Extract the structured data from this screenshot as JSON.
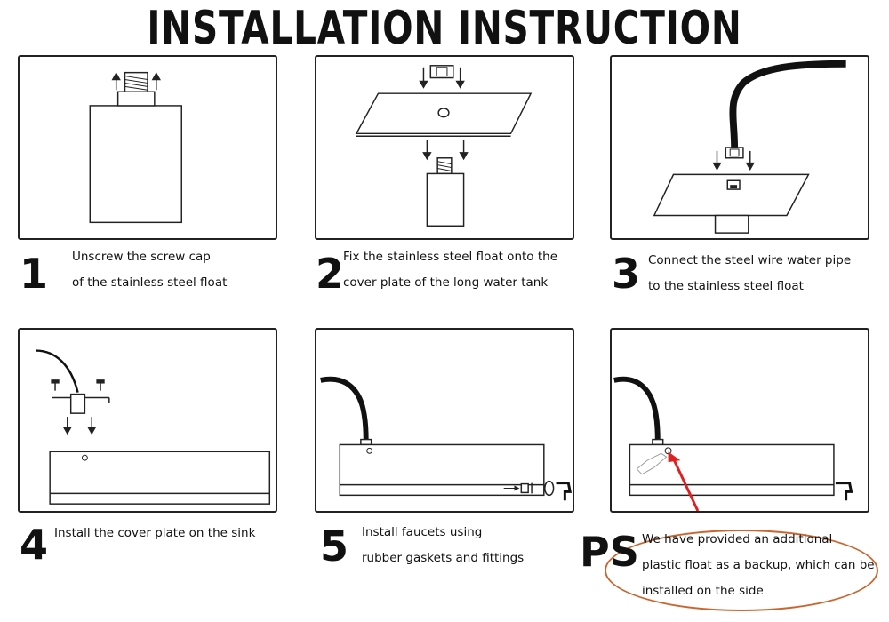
{
  "title": "INSTALLATION INSTRUCTION",
  "steps": [
    {
      "number": "1",
      "lines": [
        "Unscrew the screw cap",
        "of the stainless steel float"
      ]
    },
    {
      "number": "2",
      "lines": [
        "Fix the stainless steel float onto the",
        "cover plate of the long water tank"
      ]
    },
    {
      "number": "3",
      "lines": [
        "Connect the steel wire water pipe",
        "to the stainless steel float"
      ]
    },
    {
      "number": "4",
      "lines": [
        "Install the cover plate on the sink"
      ]
    },
    {
      "number": "5",
      "lines": [
        "Install faucets using",
        "rubber gaskets and fittings"
      ]
    }
  ],
  "ps": {
    "label": "PS",
    "lines": [
      "We have provided an additional",
      "plastic float as a backup, which can be",
      "installed on the side"
    ]
  },
  "colors": {
    "ink": "#111111",
    "arrow_red": "#e02020",
    "oval": "#c9662f"
  }
}
